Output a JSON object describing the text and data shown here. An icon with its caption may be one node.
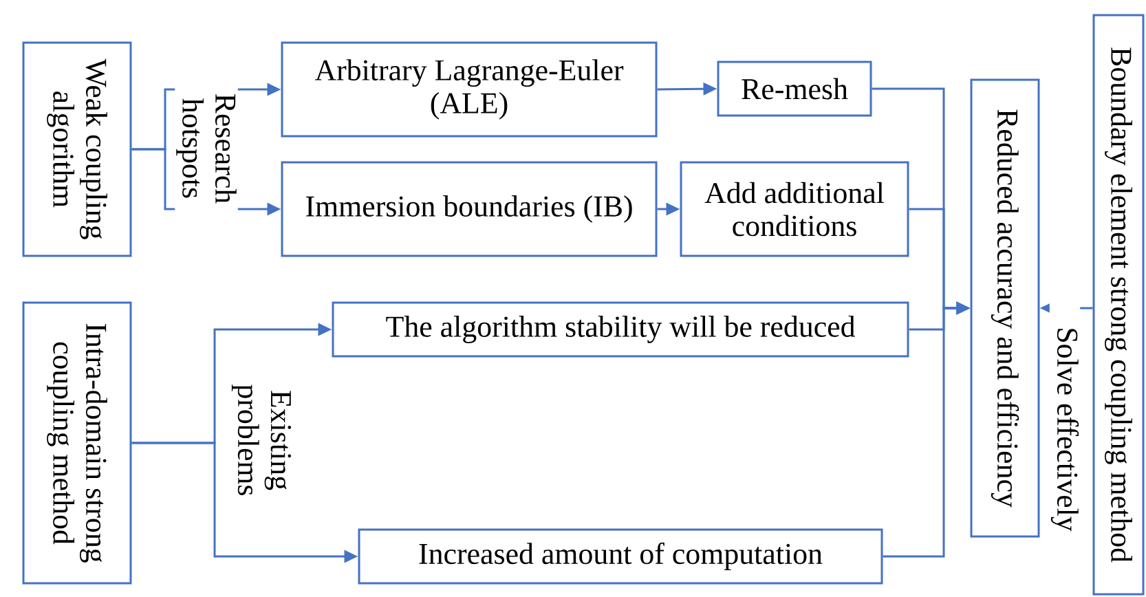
{
  "diagram": {
    "nodes": [
      {
        "text": [
          "Weak coupling algorithm"
        ]
      },
      {
        "text": [
          "Arbitrary Lagrange-Euler (ALE)"
        ]
      },
      {
        "text": [
          "Immersion boundaries (IB)"
        ]
      },
      {
        "text": [
          "Re-mesh"
        ]
      },
      {
        "text": [
          "Add additional conditions"
        ]
      },
      {
        "text": [
          "Intra-domain strong coupling method"
        ]
      },
      {
        "text": [
          "The algorithm stability will be reduced"
        ]
      },
      {
        "text": [
          "Increased amount of computation"
        ]
      },
      {
        "text": [
          "Reduced accuracy and efficiency"
        ]
      },
      {
        "text": [
          "Boundary element strong coupling method"
        ]
      }
    ],
    "edges": [
      {
        "from": 0,
        "to": 1,
        "arrow": "to",
        "label": "Research hotspots"
      },
      {
        "from": 0,
        "to": 2,
        "arrow": "to"
      },
      {
        "from": 1,
        "to": 3,
        "arrow": "to"
      },
      {
        "from": 2,
        "to": 4,
        "arrow": "to"
      },
      {
        "from": 5,
        "to": 6,
        "arrow": "to",
        "label": "Existing problems"
      },
      {
        "from": 5,
        "to": 7,
        "arrow": "to"
      },
      {
        "from": 3,
        "to": 8,
        "arrow": "to"
      },
      {
        "from": 4,
        "to": 8,
        "arrow": "to"
      },
      {
        "from": 6,
        "to": 8,
        "arrow": "to"
      },
      {
        "from": 7,
        "to": 8,
        "arrow": "to"
      },
      {
        "from": 9,
        "to": 8,
        "arrow": "to",
        "label": "Solve effectively"
      }
    ]
  }
}
